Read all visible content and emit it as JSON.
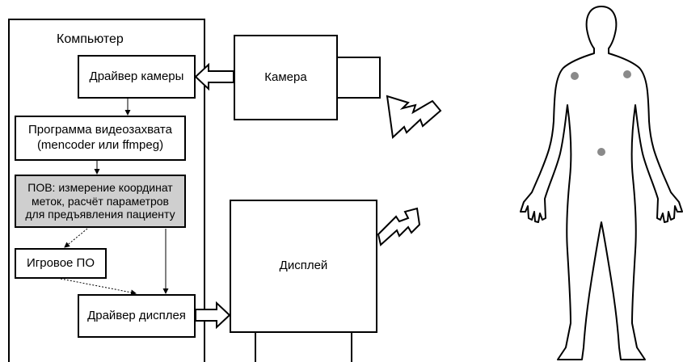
{
  "blocks": {
    "computer": "Компьютер",
    "camera_driver": "Драйвер камеры",
    "camera": "Камера",
    "capture_program_line1": "Программа видеозахвата",
    "capture_program_line2": "(mencoder или ffmpeg)",
    "pov_line1": "ПОВ: измерение координат",
    "pov_line2": "меток, расчёт параметров",
    "pov_line3": "для предъявления пациенту",
    "game_software": "Игровое ПО",
    "display": "Дисплей",
    "display_driver": "Драйвер дисплея"
  },
  "colors": {
    "pov_fill": "#cfcfcf",
    "marker": "#8a8a8a",
    "stroke": "#000000"
  }
}
